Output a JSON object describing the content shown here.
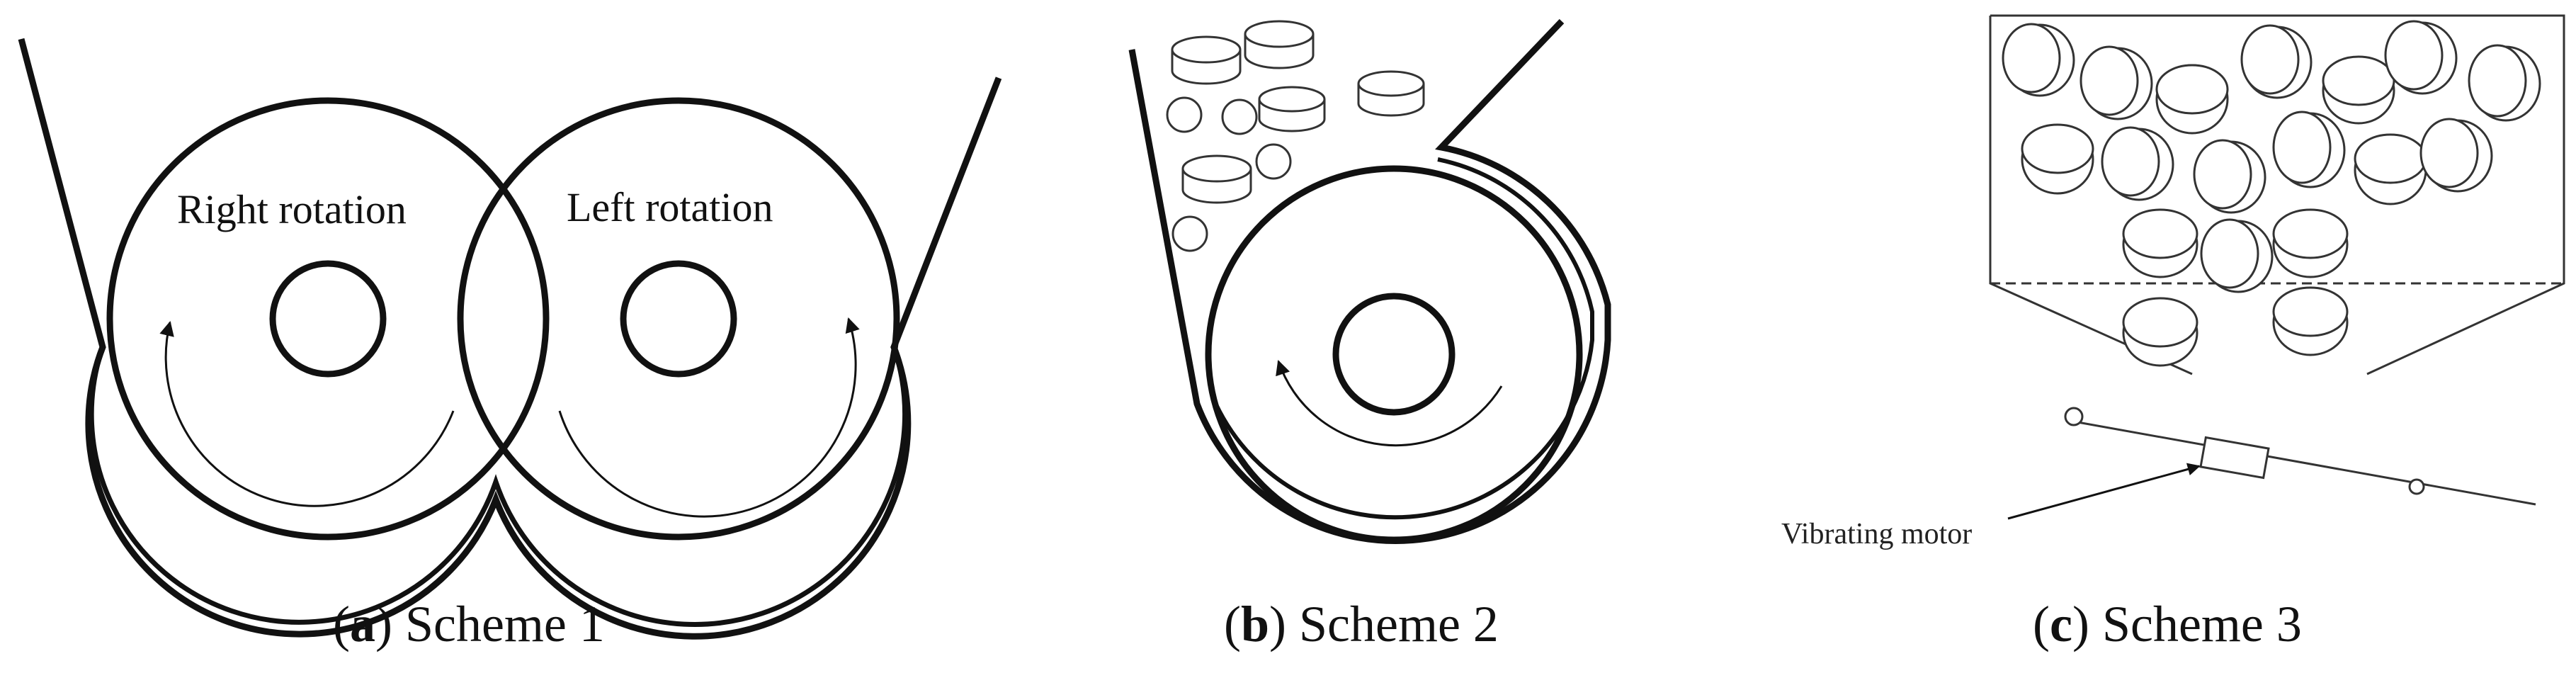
{
  "colors": {
    "stroke": "#111111",
    "thin_stroke": "#333333",
    "background": "#ffffff"
  },
  "scheme_a": {
    "label_right": "Right rotation",
    "label_left": "Left rotation",
    "caption_letter": "a",
    "caption_text": "Scheme 1"
  },
  "scheme_b": {
    "caption_letter": "b",
    "caption_text": "Scheme 2"
  },
  "scheme_c": {
    "motor_label": "Vibrating motor",
    "caption_letter": "c",
    "caption_text": "Scheme 3"
  }
}
